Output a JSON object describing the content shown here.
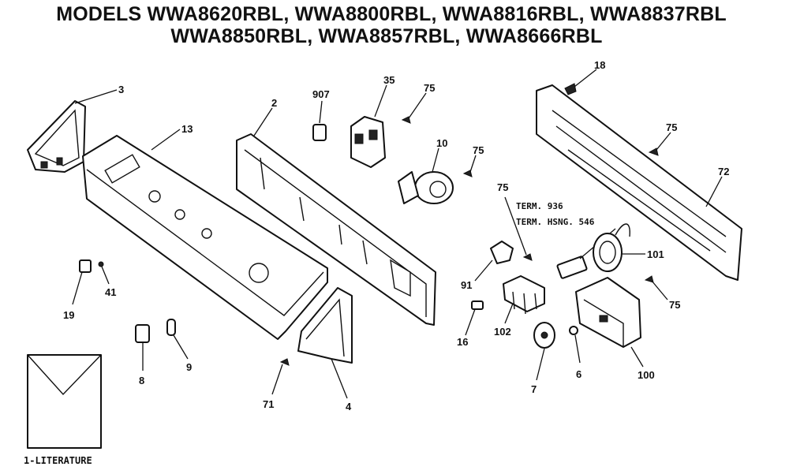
{
  "header": {
    "line1": "MODELS WWA8620RBL, WWA8800RBL, WWA8816RBL, WWA8837RBL",
    "line2": "WWA8850RBL, WWA8857RBL, WWA8666RBL"
  },
  "callouts": {
    "p3": "3",
    "p13": "13",
    "p2": "2",
    "p907": "907",
    "p35": "35",
    "p75a": "75",
    "p10": "10",
    "p75b": "75",
    "p18": "18",
    "p75c": "75",
    "p72": "72",
    "p75d": "75",
    "p19": "19",
    "p41": "41",
    "p91": "91",
    "p101": "101",
    "p8": "8",
    "p9": "9",
    "p102": "102",
    "p16": "16",
    "p75e": "75",
    "p7": "7",
    "p6": "6",
    "p100": "100",
    "p71": "71",
    "p4": "4"
  },
  "notes": {
    "term1": "TERM. 936",
    "term2": "TERM. HSNG. 546"
  },
  "literature": {
    "label": "1-LITERATURE"
  }
}
